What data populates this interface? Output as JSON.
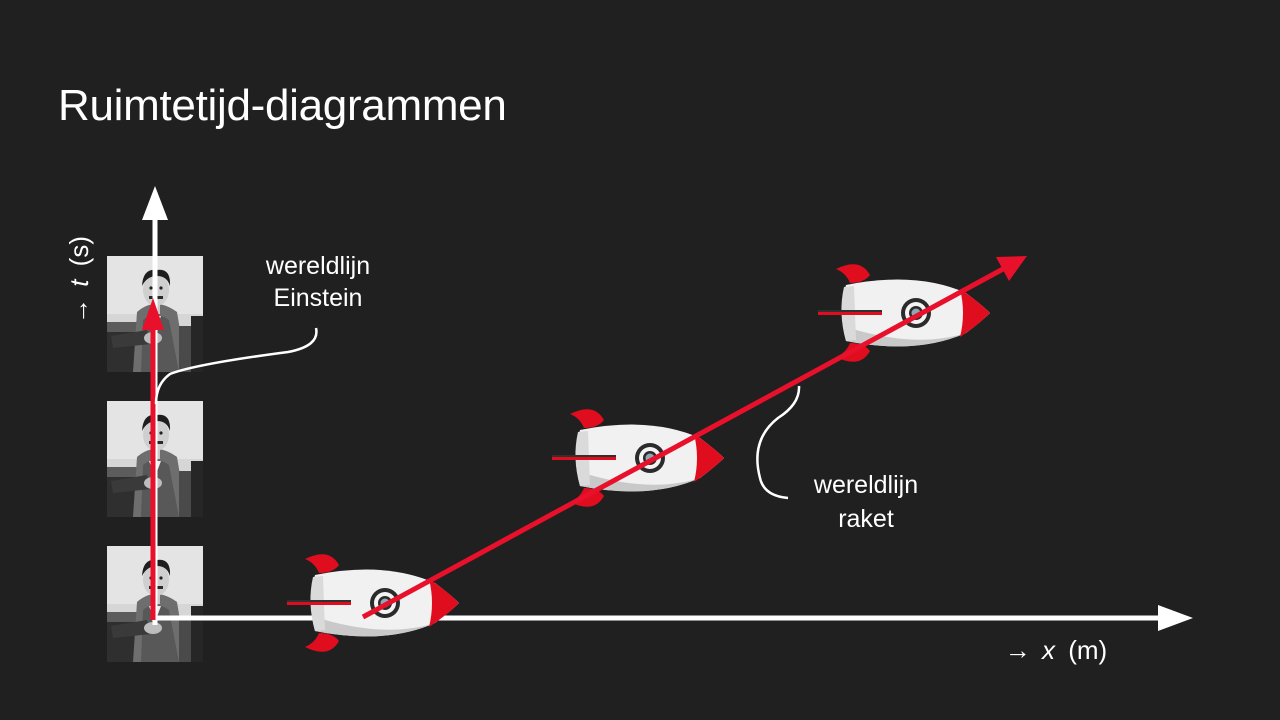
{
  "slide": {
    "title": "Ruimtetijd-diagrammen"
  },
  "axes": {
    "t_arrow": "→",
    "t_symbol": "t",
    "t_unit": "(s)",
    "x_arrow": "→",
    "x_symbol": "x",
    "x_unit": "(m)"
  },
  "annotations": {
    "einstein": {
      "line1": "wereldlijn",
      "line2": "Einstein"
    },
    "rocket": {
      "line1": "wereldlijn",
      "line2": "raket"
    }
  },
  "colors": {
    "background": "#202020",
    "axis": "#ffffff",
    "worldline": "#e8102a",
    "rocket_body": "#f2f2f2",
    "rocket_red": "#e00d1f",
    "text": "#ffffff"
  },
  "images": {
    "photo_count": 3,
    "photo_icon": "einstein-portrait-icon",
    "rocket_count": 3,
    "rocket_icon": "rocket-icon"
  }
}
